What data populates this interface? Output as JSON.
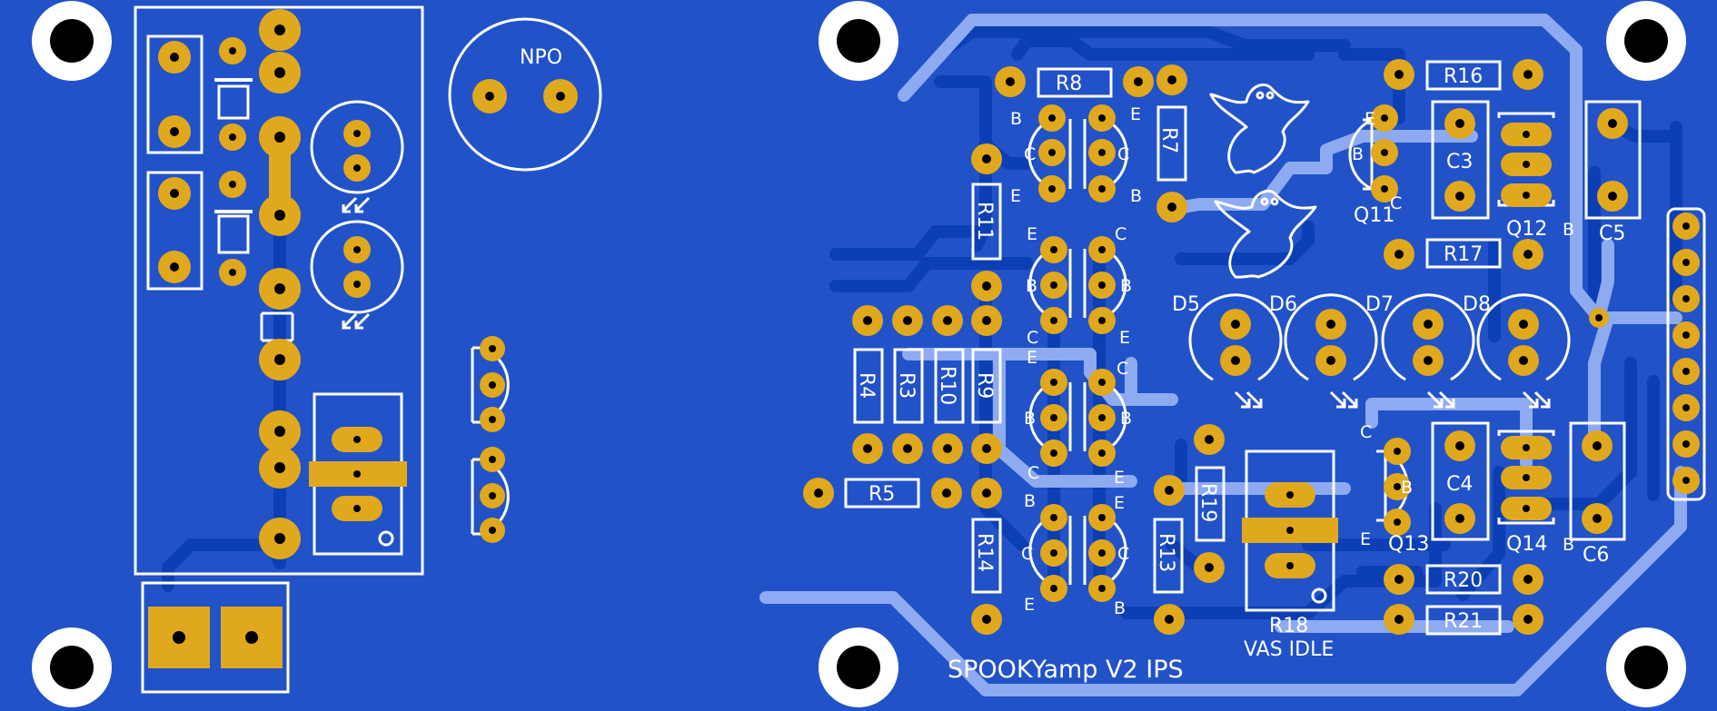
{
  "colors": {
    "board": "#2252c8",
    "trace_dark": "#0c3fb4",
    "trace_light": "#8eaaf0",
    "silkscreen": "#ffffff",
    "pad": "#e0a81c",
    "hole": "#000000"
  },
  "labels": {
    "npo": "NPO",
    "r8": "R8",
    "r7": "R7",
    "r11": "R11",
    "r16": "R16",
    "r17": "R17",
    "r4": "R4",
    "r3": "R3",
    "r10": "R10",
    "r9": "R9",
    "r5": "R5",
    "r14": "R14",
    "r13": "R13",
    "r19": "R19",
    "r18": "R18",
    "r20": "R20",
    "r21": "R21",
    "c3": "C3",
    "c4": "C4",
    "c5": "C5",
    "c6": "C6",
    "q11": "Q11",
    "q12": "Q12",
    "q13": "Q13",
    "q14": "Q14",
    "d5": "D5",
    "d6": "D6",
    "d7": "D7",
    "d8": "D8",
    "vas_idle": "VAS IDLE",
    "title": "SPOOKYamp V2 IPS",
    "pin_b": "B",
    "pin_c": "C",
    "pin_e": "E"
  },
  "icons": [
    "mounting-hole-icon",
    "ghost-icon",
    "led-arrows-icon"
  ]
}
